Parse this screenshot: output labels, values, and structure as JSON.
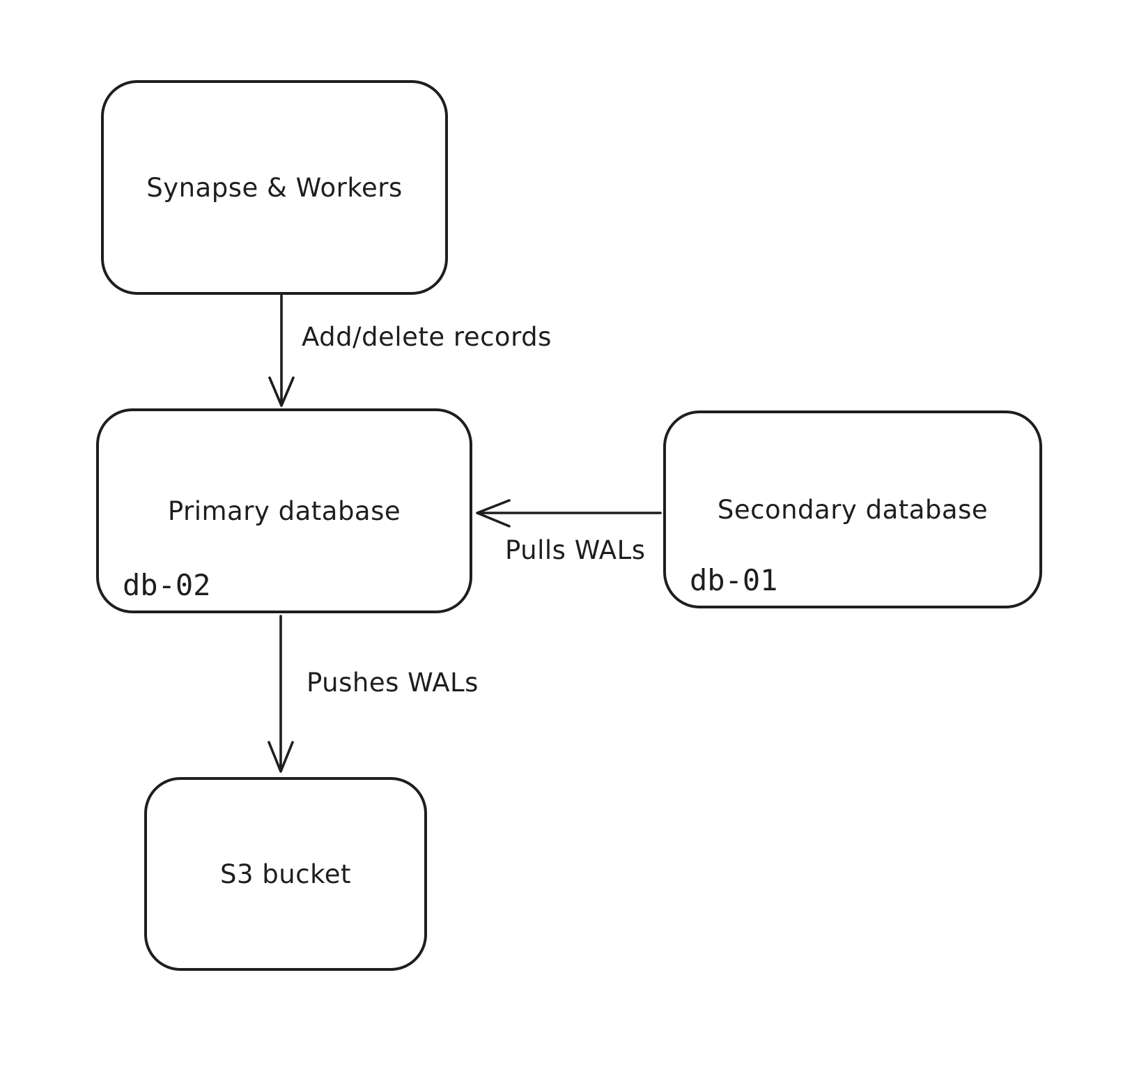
{
  "colors": {
    "stroke": "#1e1e1e",
    "background": "#ffffff"
  },
  "nodes": [
    {
      "id": "synapse-workers",
      "label": "Synapse & Workers"
    },
    {
      "id": "primary-database",
      "label": "Primary database",
      "sublabel": "db-02"
    },
    {
      "id": "secondary-database",
      "label": "Secondary database",
      "sublabel": "db-01"
    },
    {
      "id": "s3-bucket",
      "label": "S3 bucket"
    }
  ],
  "edges": [
    {
      "from": "synapse-workers",
      "to": "primary-database",
      "label": "Add/delete records",
      "direction": "down"
    },
    {
      "from": "secondary-database",
      "to": "primary-database",
      "label": "Pulls WALs",
      "direction": "left"
    },
    {
      "from": "primary-database",
      "to": "s3-bucket",
      "label": "Pushes WALs",
      "direction": "down"
    }
  ]
}
